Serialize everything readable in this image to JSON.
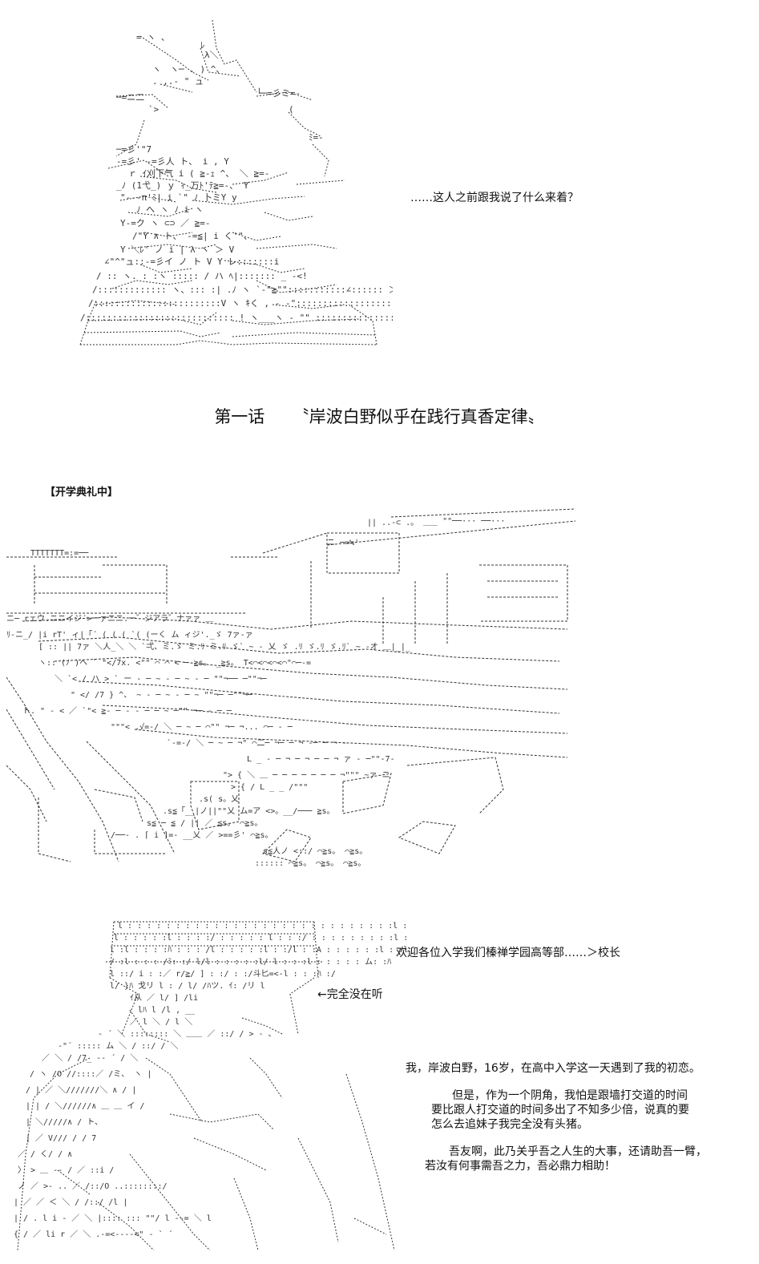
{
  "top_art": {
    "speech": "……这人之前跟我说了什么来着？"
  },
  "chapter": {
    "title": "第一话　  〝岸波白野似乎在践行真香定律〟"
  },
  "scene": {
    "label": "【开学典礼中】"
  },
  "bottom_art": {
    "principal_line": "欢迎各位入学我们榛禅学园高等部……＞校长",
    "not_listening": "←完全没在听",
    "intro": "我，岸波白野，16岁，在高中入学这一天遇到了我的初恋。",
    "para1": [
      "但是，作为一个阴角，我怕是跟墙打交道的时间",
      "要比跟人打交道的时间多出了不知多少倍，说真的要",
      "怎么去追妹子我完全没有头猪。"
    ],
    "para2": [
      "吾友啊，此乃关乎吾之人生的大事，还请助吾一臂，",
      "若汝有何事需吾之力，吾必鼎力相助！"
    ]
  }
}
